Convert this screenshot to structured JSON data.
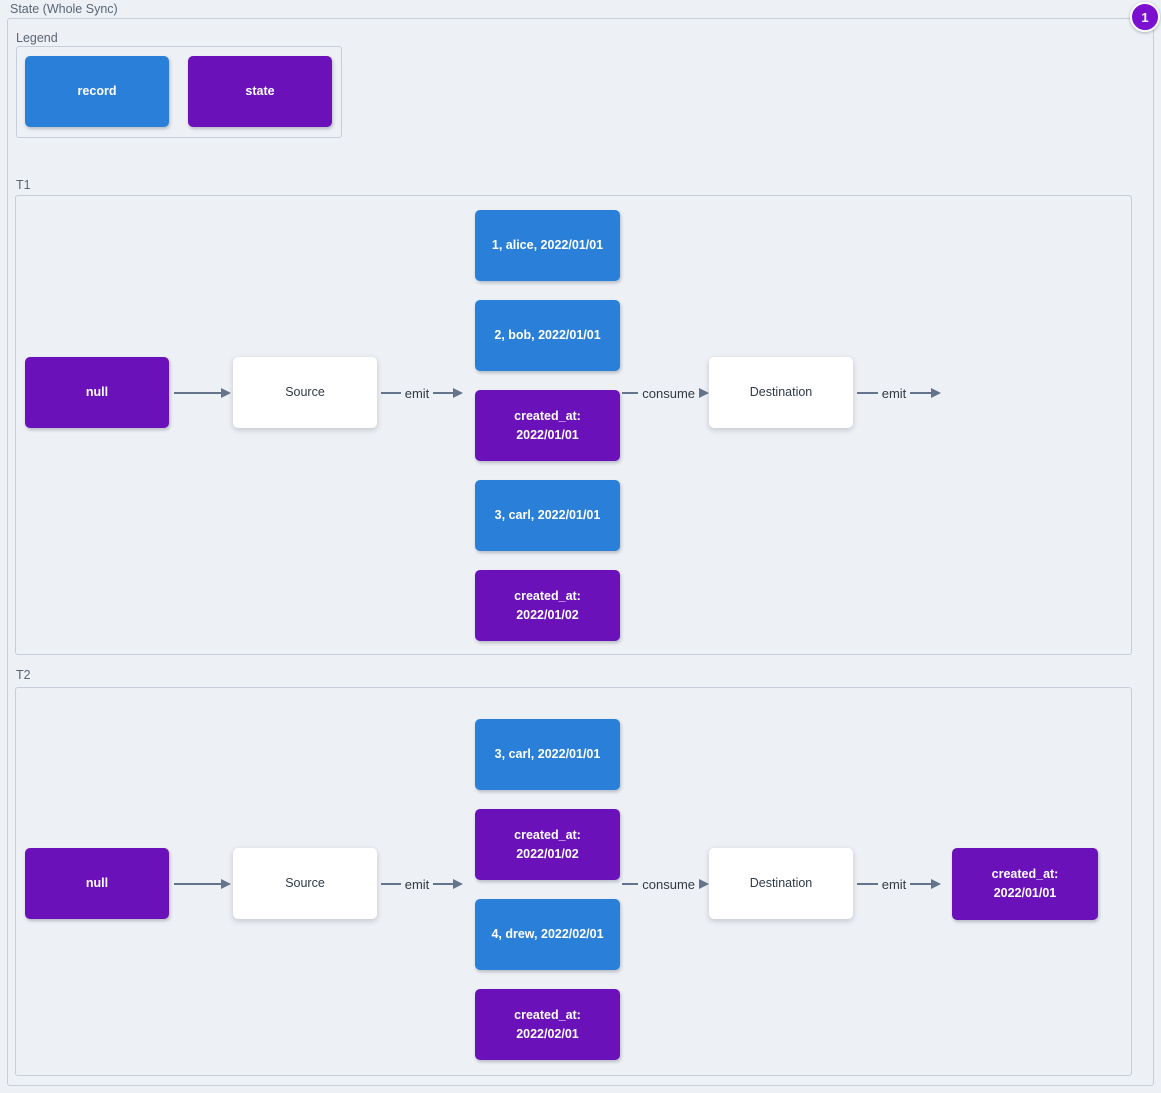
{
  "diagram": {
    "title": "State (Whole Sync)",
    "badge_count": "1",
    "colors": {
      "record_blue": "#2a80d8",
      "state_purple": "#6a11ba",
      "badge_purple": "#7b10d1",
      "background": "#edf0f5",
      "arrow_gray": "#64748b",
      "cluster_border": "#c7ced9"
    },
    "legend": {
      "label": "Legend",
      "items": [
        {
          "label": "record",
          "type": "record"
        },
        {
          "label": "state",
          "type": "state"
        }
      ]
    },
    "sections": [
      {
        "label": "T1",
        "null_node": "null",
        "source": "Source",
        "destination": "Destination",
        "emit_source_label": "emit",
        "consume_label": "consume",
        "emit_destination_label": "emit",
        "stack": [
          {
            "label": "1, alice, 2022/01/01",
            "type": "record"
          },
          {
            "label": "2, bob, 2022/01/01",
            "type": "record"
          },
          {
            "label": "created_at:\n2022/01/01",
            "type": "state"
          },
          {
            "label": "3, carl, 2022/01/01",
            "type": "record"
          },
          {
            "label": "created_at:\n2022/01/02",
            "type": "state"
          }
        ]
      },
      {
        "label": "T2",
        "null_node": "null",
        "source": "Source",
        "destination": "Destination",
        "emit_source_label": "emit",
        "consume_label": "consume",
        "emit_destination_label": "emit",
        "stack": [
          {
            "label": "3, carl, 2022/01/01",
            "type": "record"
          },
          {
            "label": "created_at:\n2022/01/02",
            "type": "state"
          },
          {
            "label": "4, drew, 2022/02/01",
            "type": "record"
          },
          {
            "label": "created_at:\n2022/02/01",
            "type": "state"
          }
        ],
        "output_state": {
          "label": "created_at:\n2022/01/01",
          "type": "state"
        }
      }
    ]
  }
}
